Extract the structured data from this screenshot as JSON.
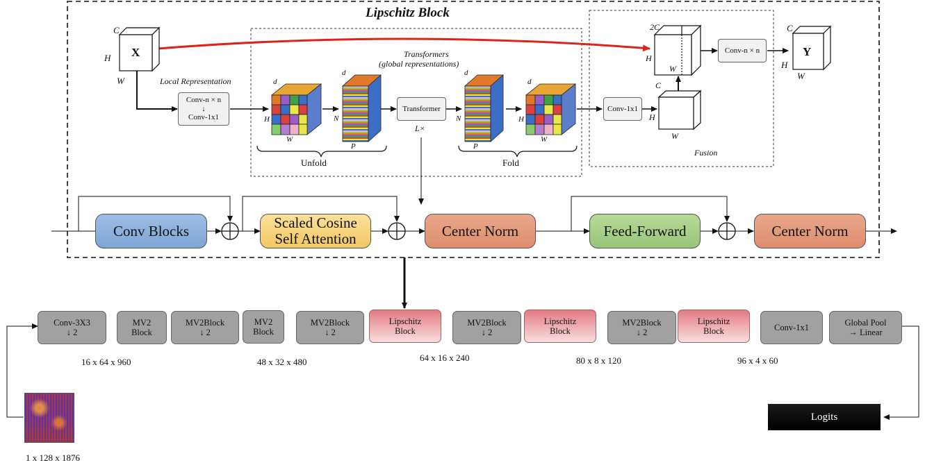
{
  "lipschitz_block": {
    "title": "Lipschitz Block",
    "x_label": "X",
    "y_label": "Y",
    "c_label": "C",
    "c2_label": "2C",
    "h_label": "H",
    "w_label": "W",
    "d_label": "d",
    "n_label": "N",
    "p_label": "P",
    "local_representation": "Local Representation",
    "conv_nxn": "Conv-n × n",
    "down_arrow": "↓",
    "conv_1x1": "Conv-1x1",
    "transformers_title": "Transformers",
    "global_representations": "(global representations)",
    "transformer": "Transformer",
    "l_times": "L×",
    "unfold": "Unfold",
    "fold": "Fold",
    "fusion": "Fusion",
    "fusion_conv_1x1": "Conv-1x1",
    "fusion_conv_nxn": "Conv-n × n",
    "conv_blocks": "Conv Blocks",
    "scaled_cosine": "Scaled Cosine",
    "self_attention": "Self Attention",
    "center_norm_1": "Center Norm",
    "feed_forward": "Feed-Forward",
    "center_norm_2": "Center Norm",
    "plus_symbol": "⊕",
    "colors": {
      "conv_blocks": "#8fb2de",
      "attention": "#f6d57f",
      "center_norm": "#e39a7e",
      "feed_forward": "#a8d08a",
      "residual_arrow": "#d9261c"
    }
  },
  "pipeline": {
    "blocks": [
      {
        "line1": "Conv-3X3",
        "line2": "↓ 2",
        "kind": "gray"
      },
      {
        "line1": "MV2",
        "line2": "Block",
        "kind": "gray"
      },
      {
        "line1": "MV2Block",
        "line2": "↓ 2",
        "kind": "gray"
      },
      {
        "line1": "MV2",
        "line2": "Block",
        "kind": "gray"
      },
      {
        "line1": "MV2Block",
        "line2": "↓ 2",
        "kind": "gray"
      },
      {
        "line1": "Lipschitz",
        "line2": "Block",
        "kind": "pink"
      },
      {
        "line1": "MV2Block",
        "line2": "↓ 2",
        "kind": "gray"
      },
      {
        "line1": "Lipschitz",
        "line2": "Block",
        "kind": "pink"
      },
      {
        "line1": "MV2Block",
        "line2": "↓ 2",
        "kind": "gray"
      },
      {
        "line1": "Lipschitz",
        "line2": "Block",
        "kind": "pink"
      },
      {
        "line1": "Conv-1x1",
        "line2": "",
        "kind": "gray"
      },
      {
        "line1": "Global Pool",
        "line2": "→ Linear",
        "kind": "light"
      }
    ],
    "dims": [
      "16 x 64 x 960",
      "48 x 32 x 480",
      "64 x 16 x 240",
      "80 x 8 x 120",
      "96 x 4 x 60"
    ],
    "input_dims": "1 x 128 x 1876",
    "logits": "Logits"
  }
}
